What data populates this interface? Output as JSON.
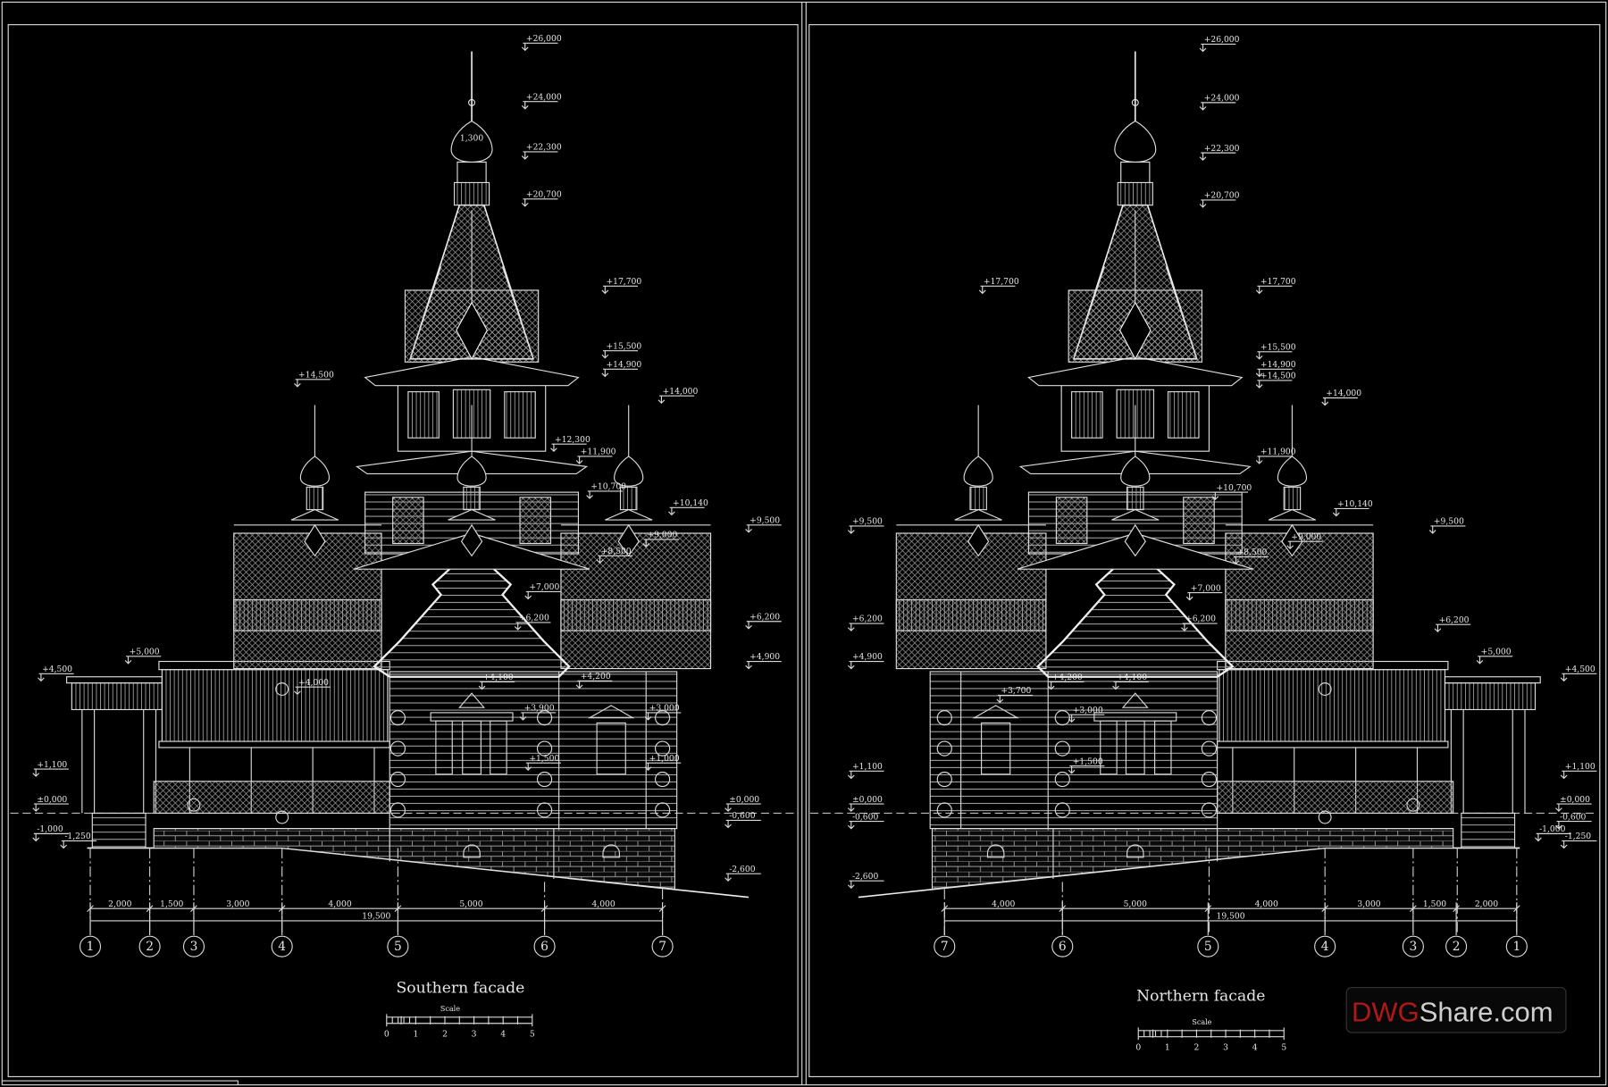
{
  "sheets": [
    {
      "title": "Southern facade",
      "scale_label": "Scale",
      "scale_ticks": [
        "0",
        "1",
        "2",
        "3",
        "4",
        "5"
      ],
      "axes": [
        "1",
        "2",
        "3",
        "4",
        "5",
        "6",
        "7"
      ],
      "dimensions": [
        "2,000",
        "1,500",
        "3,000",
        "4,000",
        "5,000",
        "4,000"
      ],
      "overall_dimension": "19,500",
      "elevation_marks": [
        "+26,000",
        "+24,000",
        "+22,300",
        "+20,700",
        "+17,700",
        "+15,500",
        "+14,900",
        "+14,500",
        "+14,000",
        "+12,300",
        "+11,900",
        "+10,700",
        "+10,140",
        "+9,500",
        "+9,000",
        "+8,500",
        "+7,000",
        "+6,200",
        "+6,200",
        "+4,900",
        "+5,000",
        "+4,500",
        "+4,000",
        "+4,200",
        "+4,100",
        "+3,900",
        "+3,000",
        "+1,100",
        "+1,500",
        "+1,000",
        "±0,000",
        "±0,000",
        "-0,600",
        "-1,000",
        "-1,250",
        "-2,600"
      ],
      "dome_mark": "1,300"
    },
    {
      "title": "Northern facade",
      "scale_label": "Scale",
      "scale_ticks": [
        "0",
        "1",
        "2",
        "3",
        "4",
        "5"
      ],
      "axes": [
        "7",
        "6",
        "5",
        "4",
        "3",
        "2",
        "1"
      ],
      "dimensions": [
        "4,000",
        "5,000",
        "4,000",
        "3,000",
        "1,500",
        "2,000"
      ],
      "overall_dimension": "19,500",
      "elevation_marks": [
        "+26,000",
        "+24,000",
        "+22,300",
        "+20,700",
        "+17,700",
        "+17,700",
        "+15,500",
        "+14,900",
        "+14,500",
        "+14,000",
        "+11,900",
        "+10,700",
        "+10,140",
        "+9,500",
        "+9,500",
        "+9,000",
        "+8,500",
        "+7,000",
        "+6,200",
        "+6,200",
        "+6,200",
        "+4,900",
        "+5,000",
        "+4,500",
        "+4,200",
        "+4,100",
        "+3,700",
        "+3,000",
        "+1,500",
        "+1,100",
        "+1,100",
        "±0,000",
        "±0,000",
        "-0,600",
        "-0,600",
        "-1,000",
        "-1,250",
        "-2,600"
      ]
    }
  ],
  "watermark": {
    "brand_red": "DWG",
    "brand_rest": "Share.com",
    "red": "#b01818",
    "gray": "#cfcfcf"
  },
  "colors": {
    "background": "#000000",
    "lines": "#d8d8d8"
  }
}
